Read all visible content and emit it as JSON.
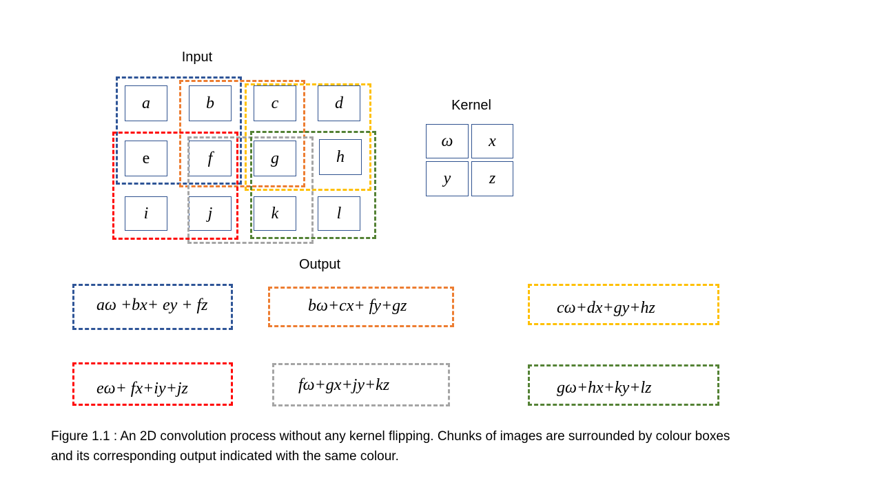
{
  "colors": {
    "blue": "#2f5597",
    "orange": "#ed7d31",
    "yellow": "#ffc000",
    "red": "#ff0000",
    "gray": "#a5a5a5",
    "green": "#548235",
    "cell_border": "#2f528f"
  },
  "input": {
    "title": "Input",
    "cells": [
      [
        "a",
        "b",
        "c",
        "d"
      ],
      [
        "e",
        "f",
        "g",
        "h"
      ],
      [
        "i",
        "j",
        "k",
        "l"
      ]
    ]
  },
  "kernel": {
    "title": "Kernel",
    "cells": [
      [
        "ω",
        "x"
      ],
      [
        "y",
        "z"
      ]
    ]
  },
  "output": {
    "title": "Output",
    "items": [
      {
        "formula": "aω +bx+ ey + fz"
      },
      {
        "formula": "bω+cx+ fy+gz"
      },
      {
        "formula": "cω+dx+gy+hz"
      },
      {
        "formula": "eω+ fx+iy+jz"
      },
      {
        "formula": "fω+gx+jy+kz"
      },
      {
        "formula": "gω+hx+ky+lz"
      }
    ]
  },
  "caption": {
    "line1": "Figure 1.1 : An 2D convolution process without any kernel flipping. Chunks of images are surrounded by colour boxes",
    "line2": "and its corresponding output indicated with the same colour."
  }
}
